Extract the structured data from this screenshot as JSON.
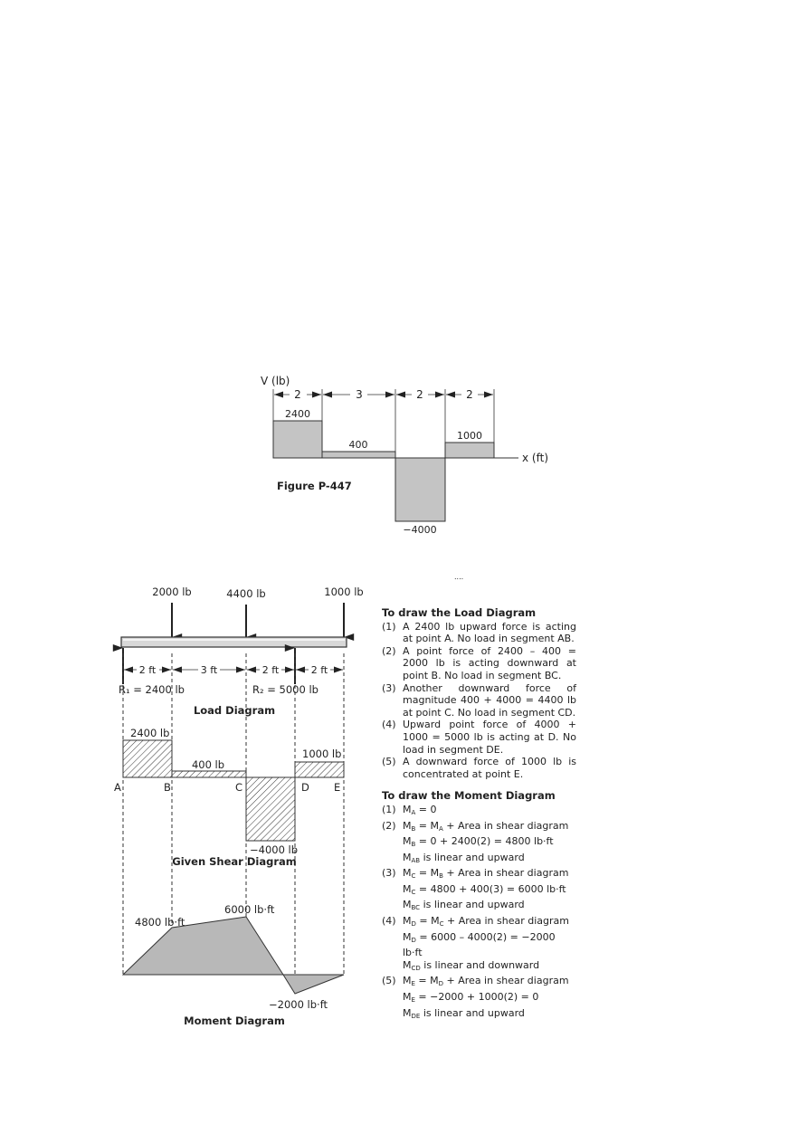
{
  "figure": {
    "y_axis_label": "V (lb)",
    "x_axis_label": "x (ft)",
    "spans": [
      "2",
      "3",
      "2",
      "2"
    ],
    "values": [
      "2400",
      "400",
      "1000",
      "−4000"
    ],
    "caption": "Figure P-447",
    "fragment": "...."
  },
  "beam": {
    "loads": [
      "2000 lb",
      "4400 lb",
      "1000 lb"
    ],
    "spans": [
      "2 ft",
      "3 ft",
      "2 ft",
      "2 ft"
    ],
    "r1": "R₁ = 2400 lb",
    "r2": "R₂ = 5000 lb",
    "title": "Load Diagram"
  },
  "shear": {
    "labels": [
      "2400 lb",
      "400 lb",
      "1000 lb",
      "−4000 lb"
    ],
    "points": [
      "A",
      "B",
      "C",
      "D",
      "E"
    ],
    "title": "Given Shear Diagram"
  },
  "moment": {
    "labels": [
      "4800 lb·ft",
      "6000 lb·ft",
      "−2000 lb·ft"
    ],
    "title": "Moment Diagram"
  },
  "load_steps": {
    "title": "To draw the Load Diagram",
    "items": [
      {
        "n": "(1)",
        "text": "A 2400 lb upward force is acting at point A.  No load in segment AB."
      },
      {
        "n": "(2)",
        "text": "A point force of 2400 – 400 = 2000 lb is acting downward at point B.  No load in segment BC."
      },
      {
        "n": "(3)",
        "text": "Another downward force of magnitude 400 + 4000 = 4400 lb at point C.  No load in segment CD."
      },
      {
        "n": "(4)",
        "text": "Upward point force of 4000 + 1000 = 5000 lb is acting at D.  No load in segment DE."
      },
      {
        "n": "(5)",
        "text": "A downward force of 1000 lb is concentrated at point E."
      }
    ]
  },
  "moment_steps": {
    "title": "To draw the Moment Diagram",
    "items": [
      {
        "n": "(1)",
        "lines": [
          [
            [
              "M",
              ""
            ],
            [
              "A",
              "s"
            ],
            [
              " = 0",
              ""
            ]
          ]
        ]
      },
      {
        "n": "(2)",
        "lines": [
          [
            [
              "M",
              ""
            ],
            [
              "B",
              "s"
            ],
            [
              " = M",
              ""
            ],
            [
              "A",
              "s"
            ],
            [
              " + Area in shear diagram",
              ""
            ]
          ],
          [
            [
              "M",
              ""
            ],
            [
              "B",
              "s"
            ],
            [
              " = 0 + 2400(2) = 4800 lb·ft",
              ""
            ]
          ],
          [
            [
              "M",
              ""
            ],
            [
              "AB",
              "s"
            ],
            [
              " is linear and upward",
              ""
            ]
          ]
        ]
      },
      {
        "n": "(3)",
        "lines": [
          [
            [
              "M",
              ""
            ],
            [
              "C",
              "s"
            ],
            [
              " = M",
              ""
            ],
            [
              "B",
              "s"
            ],
            [
              " + Area in shear diagram",
              ""
            ]
          ],
          [
            [
              "M",
              ""
            ],
            [
              "C",
              "s"
            ],
            [
              " = 4800 + 400(3) = 6000 lb·ft",
              ""
            ]
          ],
          [
            [
              "M",
              ""
            ],
            [
              "BC",
              "s"
            ],
            [
              " is linear and upward",
              ""
            ]
          ]
        ]
      },
      {
        "n": "(4)",
        "lines": [
          [
            [
              "M",
              ""
            ],
            [
              "D",
              "s"
            ],
            [
              " = M",
              ""
            ],
            [
              "C",
              "s"
            ],
            [
              " + Area in shear diagram",
              ""
            ]
          ],
          [
            [
              "M",
              ""
            ],
            [
              "D",
              "s"
            ],
            [
              " = 6000 – 4000(2) = −2000 lb·ft",
              ""
            ]
          ],
          [
            [
              "M",
              ""
            ],
            [
              "CD",
              "s"
            ],
            [
              " is linear and downward",
              ""
            ]
          ]
        ]
      },
      {
        "n": "(5)",
        "lines": [
          [
            [
              "M",
              ""
            ],
            [
              "E",
              "s"
            ],
            [
              " = M",
              ""
            ],
            [
              "D",
              "s"
            ],
            [
              " + Area in shear diagram",
              ""
            ]
          ],
          [
            [
              "M",
              ""
            ],
            [
              "E",
              "s"
            ],
            [
              " = −2000 + 1000(2) = 0",
              ""
            ]
          ],
          [
            [
              "M",
              ""
            ],
            [
              "DE",
              "s"
            ],
            [
              " is linear and upward",
              ""
            ]
          ]
        ]
      }
    ]
  }
}
